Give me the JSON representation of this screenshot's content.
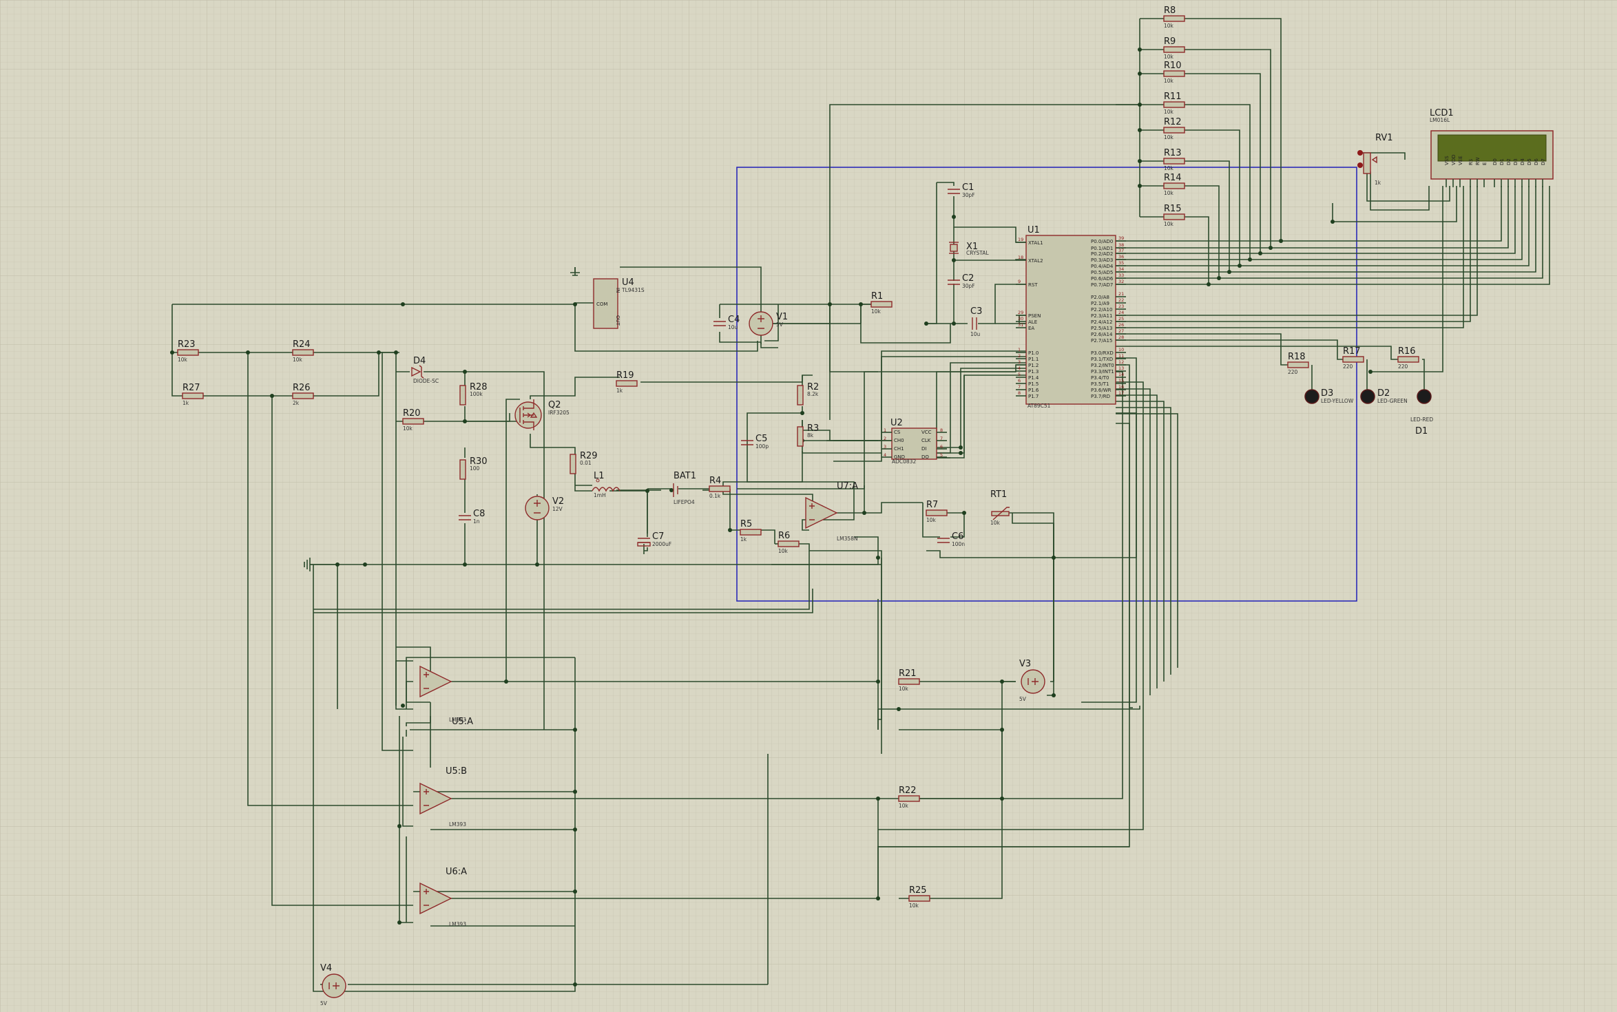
{
  "colors": {
    "background": "#d9d7c4",
    "grid": "#c9c6b1",
    "wire": "#2c4a2c",
    "part": "#8e2a2a",
    "bus": "#2a2ab8",
    "lcd_screen": "#5b6d1e",
    "led": "#1c1c1c"
  },
  "u1": {
    "ref": "U1",
    "value": "AT89C51",
    "left_pins": [
      {
        "num": "19",
        "name": "XTAL1"
      },
      {
        "num": "18",
        "name": "XTAL2"
      },
      {
        "num": "9",
        "name": "RST"
      },
      {
        "num": "29",
        "name": "PSEN"
      },
      {
        "num": "30",
        "name": "ALE"
      },
      {
        "num": "31",
        "name": "EA"
      },
      {
        "num": "1",
        "name": "P1.0"
      },
      {
        "num": "2",
        "name": "P1.1"
      },
      {
        "num": "3",
        "name": "P1.2"
      },
      {
        "num": "4",
        "name": "P1.3"
      },
      {
        "num": "5",
        "name": "P1.4"
      },
      {
        "num": "6",
        "name": "P1.5"
      },
      {
        "num": "7",
        "name": "P1.6"
      },
      {
        "num": "8",
        "name": "P1.7"
      }
    ],
    "right_pins": [
      {
        "num": "39",
        "name": "P0.0/AD0"
      },
      {
        "num": "38",
        "name": "P0.1/AD1"
      },
      {
        "num": "37",
        "name": "P0.2/AD2"
      },
      {
        "num": "36",
        "name": "P0.3/AD3"
      },
      {
        "num": "35",
        "name": "P0.4/AD4"
      },
      {
        "num": "34",
        "name": "P0.5/AD5"
      },
      {
        "num": "33",
        "name": "P0.6/AD6"
      },
      {
        "num": "32",
        "name": "P0.7/AD7"
      },
      {
        "num": "21",
        "name": "P2.0/A8"
      },
      {
        "num": "22",
        "name": "P2.1/A9"
      },
      {
        "num": "23",
        "name": "P2.2/A10"
      },
      {
        "num": "24",
        "name": "P2.3/A11"
      },
      {
        "num": "25",
        "name": "P2.4/A12"
      },
      {
        "num": "26",
        "name": "P2.5/A13"
      },
      {
        "num": "27",
        "name": "P2.6/A14"
      },
      {
        "num": "28",
        "name": "P2.7/A15"
      },
      {
        "num": "10",
        "name": "P3.0/RXD"
      },
      {
        "num": "11",
        "name": "P3.1/TXD"
      },
      {
        "num": "12",
        "name": "P3.2/INT0"
      },
      {
        "num": "13",
        "name": "P3.3/INT1"
      },
      {
        "num": "14",
        "name": "P3.4/T0"
      },
      {
        "num": "15",
        "name": "P3.5/T1"
      },
      {
        "num": "16",
        "name": "P3.6/WR"
      },
      {
        "num": "17",
        "name": "P3.7/RD"
      }
    ]
  },
  "u2": {
    "ref": "U2",
    "value": "ADC0832",
    "left_pins": [
      {
        "num": "1",
        "name": "CS"
      },
      {
        "num": "2",
        "name": "CH0"
      },
      {
        "num": "3",
        "name": "CH1"
      },
      {
        "num": "4",
        "name": "GND"
      }
    ],
    "right_pins": [
      {
        "num": "8",
        "name": "VCC"
      },
      {
        "num": "7",
        "name": "CLK"
      },
      {
        "num": "6",
        "name": "DI"
      },
      {
        "num": "5",
        "name": "DO"
      }
    ]
  },
  "u4": {
    "ref": "U4",
    "value": "TL9431S",
    "pins": {
      "com": "COM",
      "in": "IN",
      "out": "OUT"
    }
  },
  "lcd": {
    "ref": "LCD1",
    "value": "LM016L",
    "pins": [
      "VSS",
      "VDD",
      "VEE",
      "RS",
      "RW",
      "E",
      "D0",
      "D1",
      "D2",
      "D3",
      "D4",
      "D5",
      "D6",
      "D7"
    ]
  },
  "resistors": [
    {
      "ref": "R8",
      "value": "10k"
    },
    {
      "ref": "R9",
      "value": "10k"
    },
    {
      "ref": "R10",
      "value": "10k"
    },
    {
      "ref": "R11",
      "value": "10k"
    },
    {
      "ref": "R12",
      "value": "10k"
    },
    {
      "ref": "R13",
      "value": "10k"
    },
    {
      "ref": "R14",
      "value": "10k"
    },
    {
      "ref": "R15",
      "value": "10k"
    },
    {
      "ref": "R1",
      "value": "10k"
    },
    {
      "ref": "R23",
      "value": "10k"
    },
    {
      "ref": "R24",
      "value": "10k"
    },
    {
      "ref": "R27",
      "value": "1k"
    },
    {
      "ref": "R26",
      "value": "2k"
    },
    {
      "ref": "R28",
      "value": "100k"
    },
    {
      "ref": "R20",
      "value": "10k"
    },
    {
      "ref": "R19",
      "value": "1k"
    },
    {
      "ref": "R2",
      "value": "8.2k"
    },
    {
      "ref": "R3",
      "value": "8k"
    },
    {
      "ref": "R29",
      "value": "0.01"
    },
    {
      "ref": "R30",
      "value": "100"
    },
    {
      "ref": "R4",
      "value": "0.1k"
    },
    {
      "ref": "R5",
      "value": "1k"
    },
    {
      "ref": "R6",
      "value": "10k"
    },
    {
      "ref": "R7",
      "value": "10k"
    },
    {
      "ref": "R18",
      "value": "220"
    },
    {
      "ref": "R17",
      "value": "220"
    },
    {
      "ref": "R16",
      "value": "220"
    },
    {
      "ref": "R21",
      "value": "10k"
    },
    {
      "ref": "R22",
      "value": "10k"
    },
    {
      "ref": "R25",
      "value": "10k"
    }
  ],
  "capacitors": [
    {
      "ref": "C1",
      "value": "30pF"
    },
    {
      "ref": "C2",
      "value": "30pF"
    },
    {
      "ref": "C3",
      "value": "10u"
    },
    {
      "ref": "C4",
      "value": "10u"
    },
    {
      "ref": "C5",
      "value": "100p"
    },
    {
      "ref": "C6",
      "value": "100n"
    },
    {
      "ref": "C7",
      "value": "2000uF"
    },
    {
      "ref": "C8",
      "value": "1n"
    }
  ],
  "sources": [
    {
      "ref": "V1",
      "value": "5V"
    },
    {
      "ref": "V2",
      "value": "12V"
    },
    {
      "ref": "V3",
      "value": "5V"
    },
    {
      "ref": "V4",
      "value": "5V"
    }
  ],
  "opamps": [
    {
      "ref": "",
      "value": "LM393"
    },
    {
      "ref": "U5:A",
      "value": ""
    },
    {
      "ref": "U5:B",
      "value": "LM393"
    },
    {
      "ref": "U6:A",
      "value": "LM393"
    },
    {
      "ref": "U7:A",
      "value": "LM358N"
    }
  ],
  "misc": {
    "x1": {
      "ref": "X1",
      "value": "CRYSTAL"
    },
    "d4": {
      "ref": "D4",
      "value": "DIODE-SC"
    },
    "q2": {
      "ref": "Q2",
      "value": "IRF3205"
    },
    "l1": {
      "ref": "L1",
      "value": "1mH"
    },
    "bat1": {
      "ref": "BAT1",
      "value": "LIFEPO4"
    },
    "rt1": {
      "ref": "RT1",
      "value": "10k"
    },
    "rv1": {
      "ref": "RV1",
      "value": "1k"
    },
    "d3": {
      "ref": "D3",
      "value": "LED-YELLOW"
    },
    "d2": {
      "ref": "D2",
      "value": "LED-GREEN"
    },
    "d1": {
      "ref": "D1",
      "value": "LED-RED"
    }
  }
}
